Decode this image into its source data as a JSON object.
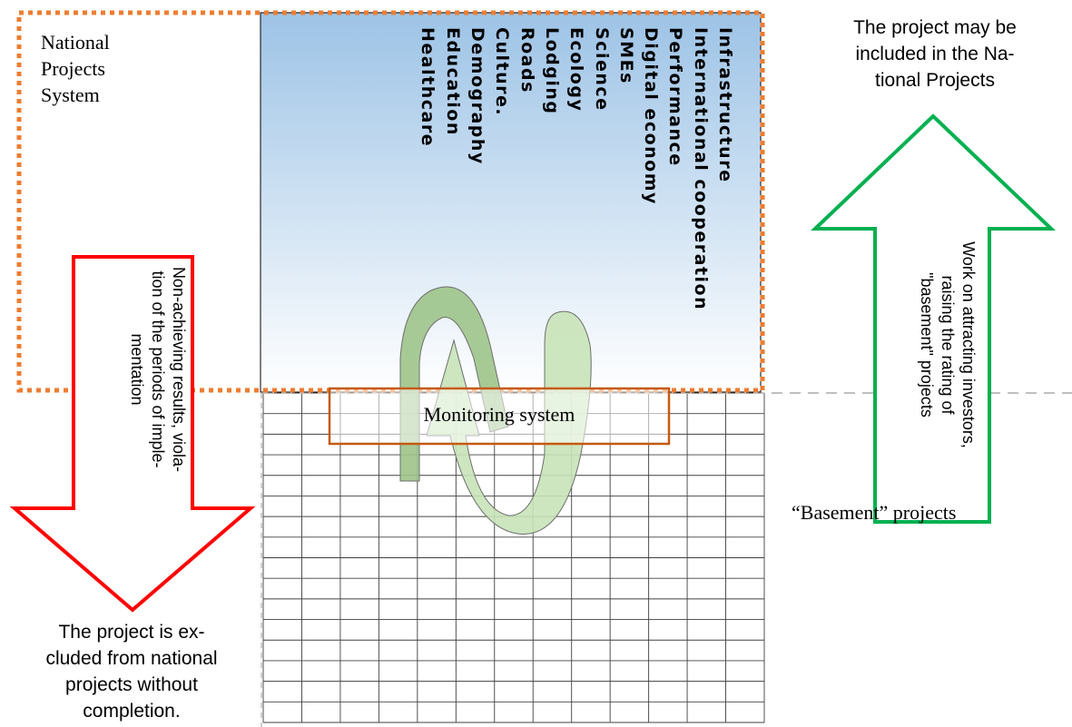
{
  "system_label": [
    "National",
    "Projects",
    "System"
  ],
  "national_projects": [
    "Infrastructure",
    "International cooperation",
    "Performance",
    "Digital economy",
    "SMEs",
    "Science",
    "Ecology",
    "Lodging",
    "Roads",
    "Culture.",
    "Demography",
    "Education",
    "Healthcare"
  ],
  "monitoring_label": "Monitoring system",
  "basement_label": "“Basement” projects",
  "included_label": [
    "The project may be",
    "included in the Na-",
    "tional Projects"
  ],
  "excluded_label": [
    "The project is ex-",
    "cluded from national",
    "projects without",
    "completion."
  ],
  "down_arrow_text": [
    "Non-achieving results, viola-",
    "tion of the periods of imple-",
    "mentation"
  ],
  "up_arrow_text": [
    "Work on attracting investors,",
    "raising the rating of",
    "\"basement\" projects"
  ],
  "colors": {
    "system_border": "#ED7D31",
    "exclusion_arrow": "#FF0000",
    "inclusion_arrow": "#00B050",
    "monitoring_border": "#C55A11",
    "cycle_arrows": "#A9D18E",
    "panel_gradient_top": "#9DC3E6",
    "panel_gradient_bottom": "#FFFFFF"
  }
}
